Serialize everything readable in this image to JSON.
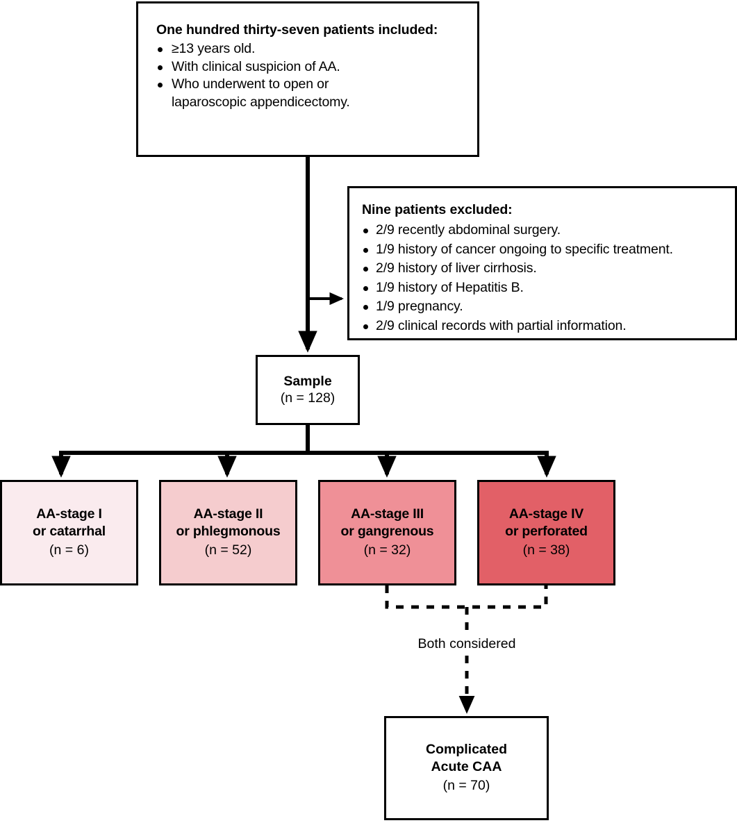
{
  "diagram": {
    "title": "Patient selection and acute appendicitis staging flow diagram",
    "colors": {
      "stroke": "#000000",
      "background": "#ffffff",
      "stage_1_fill": "#FAEBEE",
      "stage_2_fill": "#F5CCCE",
      "stage_3_fill": "#EF9097",
      "stage_4_fill": "#E26067"
    }
  },
  "included": {
    "title": "One hundred thirty-seven patients included:",
    "criteria": [
      {
        "text": "≥13 years old."
      },
      {
        "text": "With clinical suspicion of AA."
      },
      {
        "text": "Who underwent to open or",
        "continuation": "laparoscopic appendicectomy."
      }
    ]
  },
  "excluded": {
    "title": "Nine patients excluded:",
    "reasons": [
      {
        "text": "2/9 recently abdominal surgery."
      },
      {
        "text": "1/9 history of cancer ongoing to specific treatment."
      },
      {
        "text": "2/9 history of liver cirrhosis."
      },
      {
        "text": "1/9 history of Hepatitis B."
      },
      {
        "text": "1/9 pregnancy."
      },
      {
        "text": "2/9 clinical records with partial information."
      }
    ]
  },
  "sample": {
    "title": "Sample",
    "count": "(n = 128)"
  },
  "stages": [
    {
      "title_line1": "AA-stage I",
      "title_line2": "or catarrhal",
      "count": "(n = 6)"
    },
    {
      "title_line1": "AA-stage II",
      "title_line2": "or phlegmonous",
      "count": "(n = 52)"
    },
    {
      "title_line1": "AA-stage III",
      "title_line2": "or gangrenous",
      "count": "(n = 32)"
    },
    {
      "title_line1": "AA-stage IV",
      "title_line2": "or perforated",
      "count": "(n = 38)"
    }
  ],
  "edge_labels": {
    "both_considered": "Both considered"
  },
  "outcome": {
    "title_line1": "Complicated",
    "title_line2": "Acute CAA",
    "count": "(n = 70)"
  }
}
